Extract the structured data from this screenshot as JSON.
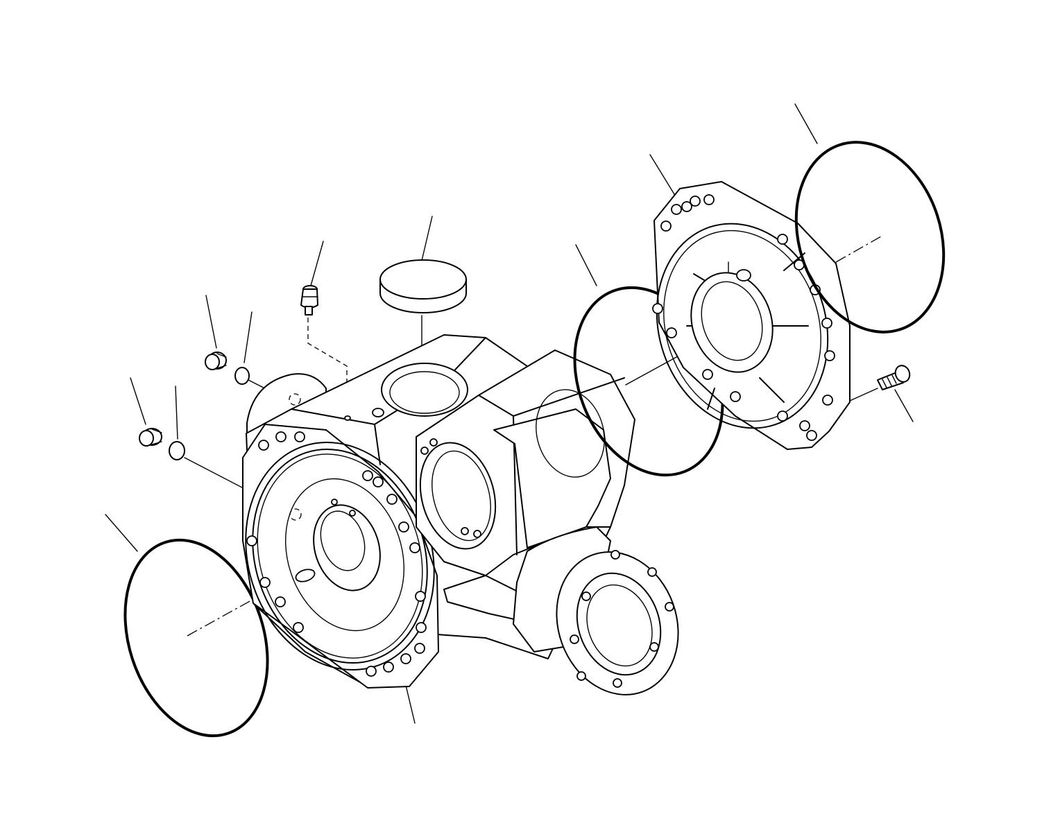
{
  "diagram": {
    "type": "exploded-parts-drawing",
    "colors": {
      "line": "#000000",
      "background": "#ffffff"
    },
    "components": [
      {
        "name": "axle-housing"
      },
      {
        "name": "end-cover"
      },
      {
        "name": "cover-bolt"
      },
      {
        "name": "o-ring-left-large"
      },
      {
        "name": "o-ring-middle"
      },
      {
        "name": "o-ring-right-large"
      },
      {
        "name": "top-cap-plug"
      },
      {
        "name": "breather-fitting"
      },
      {
        "name": "drain-plug-upper"
      },
      {
        "name": "washer-upper"
      },
      {
        "name": "drain-plug-lower"
      },
      {
        "name": "washer-lower"
      }
    ]
  }
}
